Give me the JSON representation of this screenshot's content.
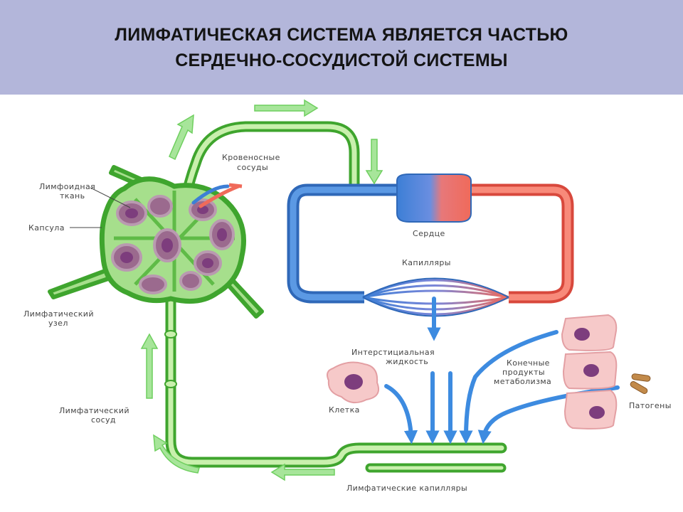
{
  "slide": {
    "title_line1": "ЛИМФАТИЧЕСКАЯ СИСТЕМА ЯВЛЯЕТСЯ ЧАСТЬЮ",
    "title_line2": "СЕРДЕЧНО-СОСУДИСТОЙ СИСТЕМЫ"
  },
  "labels": {
    "blood_vessels_1": "Кровеносные",
    "blood_vessels_2": "сосуды",
    "lymphoid_tissue_1": "Лимфоидная",
    "lymphoid_tissue_2": "ткань",
    "capsule": "Капсула",
    "lymph_node_1": "Лимфатический",
    "lymph_node_2": "узел",
    "heart": "Сердце",
    "capillaries": "Капилляры",
    "interstitial_1": "Интерстициальная",
    "interstitial_2": "жидкость",
    "metabolism_1": "Конечные",
    "metabolism_2": "продукты",
    "metabolism_3": "метаболизма",
    "cell": "Клетка",
    "pathogens": "Патогены",
    "lymph_vessel_1": "Лимфатический",
    "lymph_vessel_2": "сосуд",
    "lymph_capillaries": "Лимфатические капилляры"
  },
  "colors": {
    "title_bg": "#b3b6da",
    "lymph_green": "#3fa52e",
    "lymph_light": "#a6df8c",
    "vein_blue": "#3d7fd6",
    "artery_red": "#f06a5a",
    "cell_pink": "#f6c9c9",
    "nucleus_purple": "#7d3d7d"
  }
}
